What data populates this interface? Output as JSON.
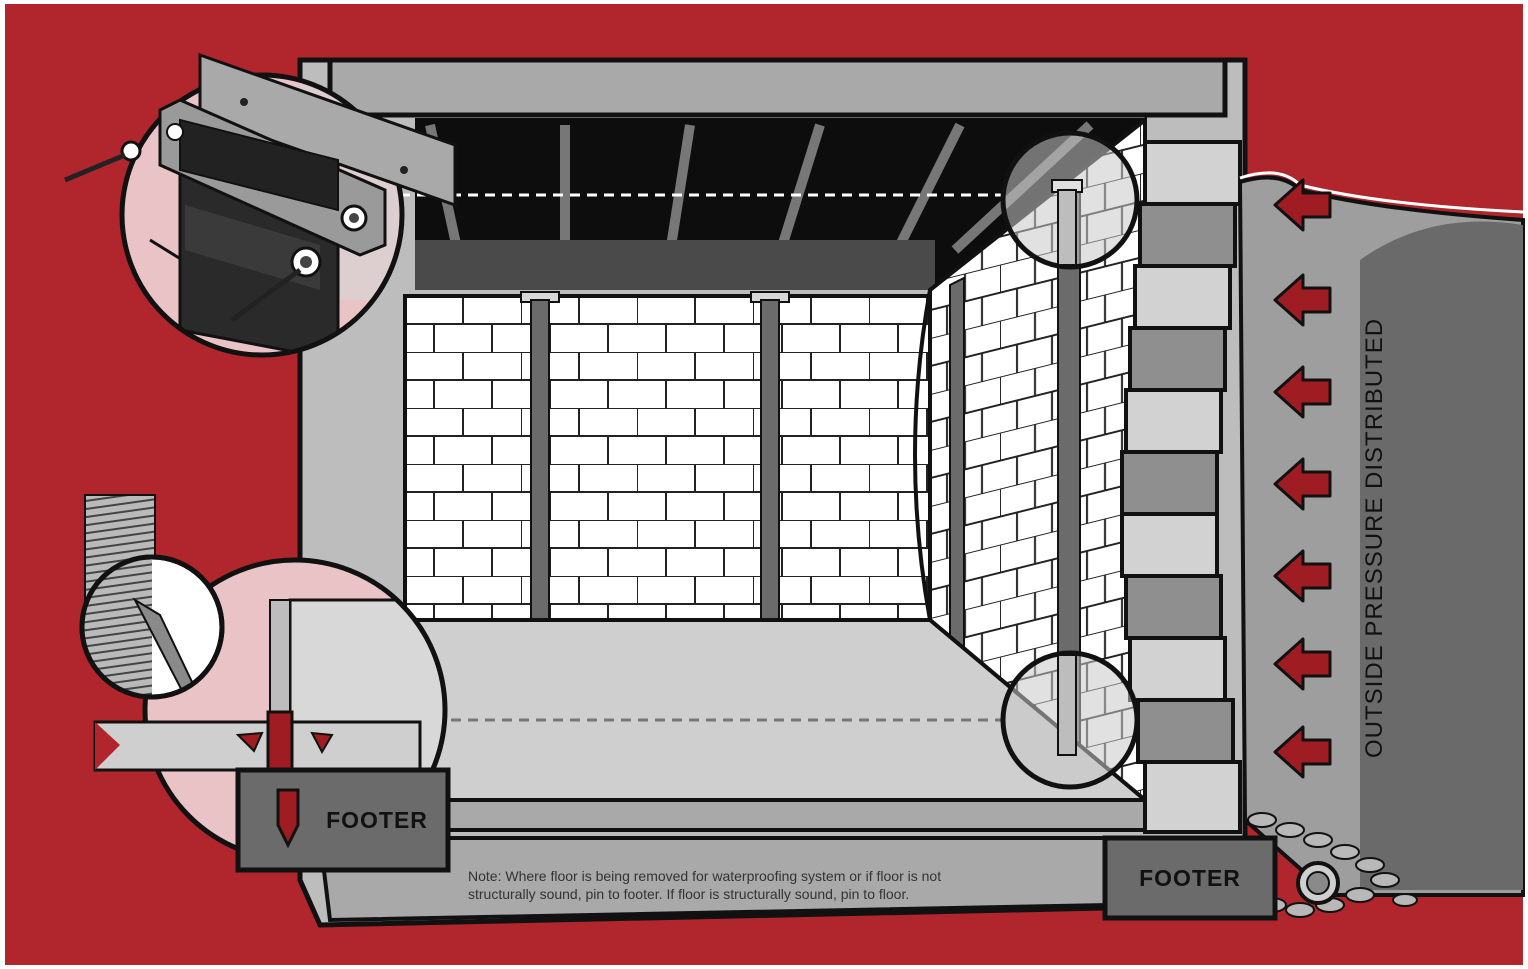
{
  "labels": {
    "footer_left": "FOOTER",
    "footer_right": "FOOTER",
    "outside_pressure": "OUTSIDE PRESSURE DISTRIBUTED",
    "note_line1": "Note: Where floor is being removed for waterproofing system or if floor is not",
    "note_line2": "structurally sound, pin to footer. If floor is structurally sound, pin to floor."
  },
  "colors": {
    "background": "#b0262c",
    "accent_red": "#9e1c22",
    "callout_pink": "#e9c3c5",
    "wall_block": "#ffffff",
    "beam": "#6b6b6b",
    "floor": "#cfcfcf",
    "soil": "#6a6a6a",
    "outline": "#111111"
  },
  "icons": {
    "pressure_arrows": "arrow-left-icon",
    "top_callout": "beam-bracket-detail",
    "bottom_callout": "beam-footer-pin-detail"
  }
}
